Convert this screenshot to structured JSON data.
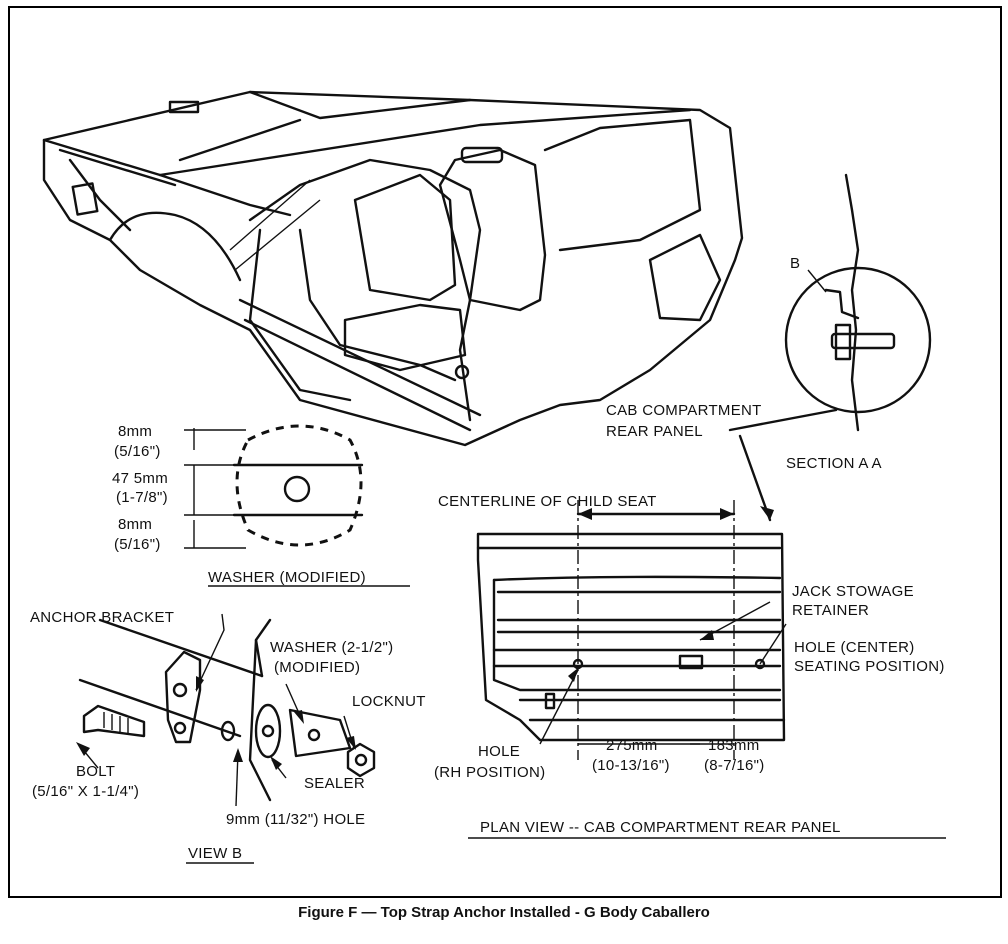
{
  "section": {
    "label_b": "B",
    "title": "SECTION A   A"
  },
  "cab_panel": {
    "line1": "CAB COMPARTMENT",
    "line2": "REAR PANEL"
  },
  "washer": {
    "dim_top_mm": "8mm",
    "dim_top_in": "(5/16\")",
    "dim_mid_mm": "47 5mm",
    "dim_mid_in": "(1-7/8\")",
    "dim_bot_mm": "8mm",
    "dim_bot_in": "(5/16\")",
    "title": "WASHER (MODIFIED)"
  },
  "plan_view": {
    "centerline": "CENTERLINE OF CHILD SEAT",
    "jack_line1": "JACK STOWAGE",
    "jack_line2": "RETAINER",
    "hole_center_line1": "HOLE (CENTER)",
    "hole_center_line2": "SEATING POSITION)",
    "hole_rh_line1": "HOLE",
    "hole_rh_line2": "(RH POSITION)",
    "dim1_mm": "275mm",
    "dim1_in": "(10-13/16\")",
    "dim2_mm": "183mm",
    "dim2_in": "(8-7/16\")",
    "title": "PLAN VIEW -- CAB COMPARTMENT REAR PANEL"
  },
  "view_b": {
    "anchor_bracket": "ANCHOR BRACKET",
    "washer_line1": "WASHER (2-1/2\")",
    "washer_line2": "(MODIFIED)",
    "locknut": "LOCKNUT",
    "bolt_line1": "BOLT",
    "bolt_line2": "(5/16\" X 1-1/4\")",
    "sealer": "SEALER",
    "hole": "9mm (11/32\") HOLE",
    "title": "VIEW B"
  },
  "caption": "Figure F — Top Strap Anchor Installed - G Body Caballero"
}
